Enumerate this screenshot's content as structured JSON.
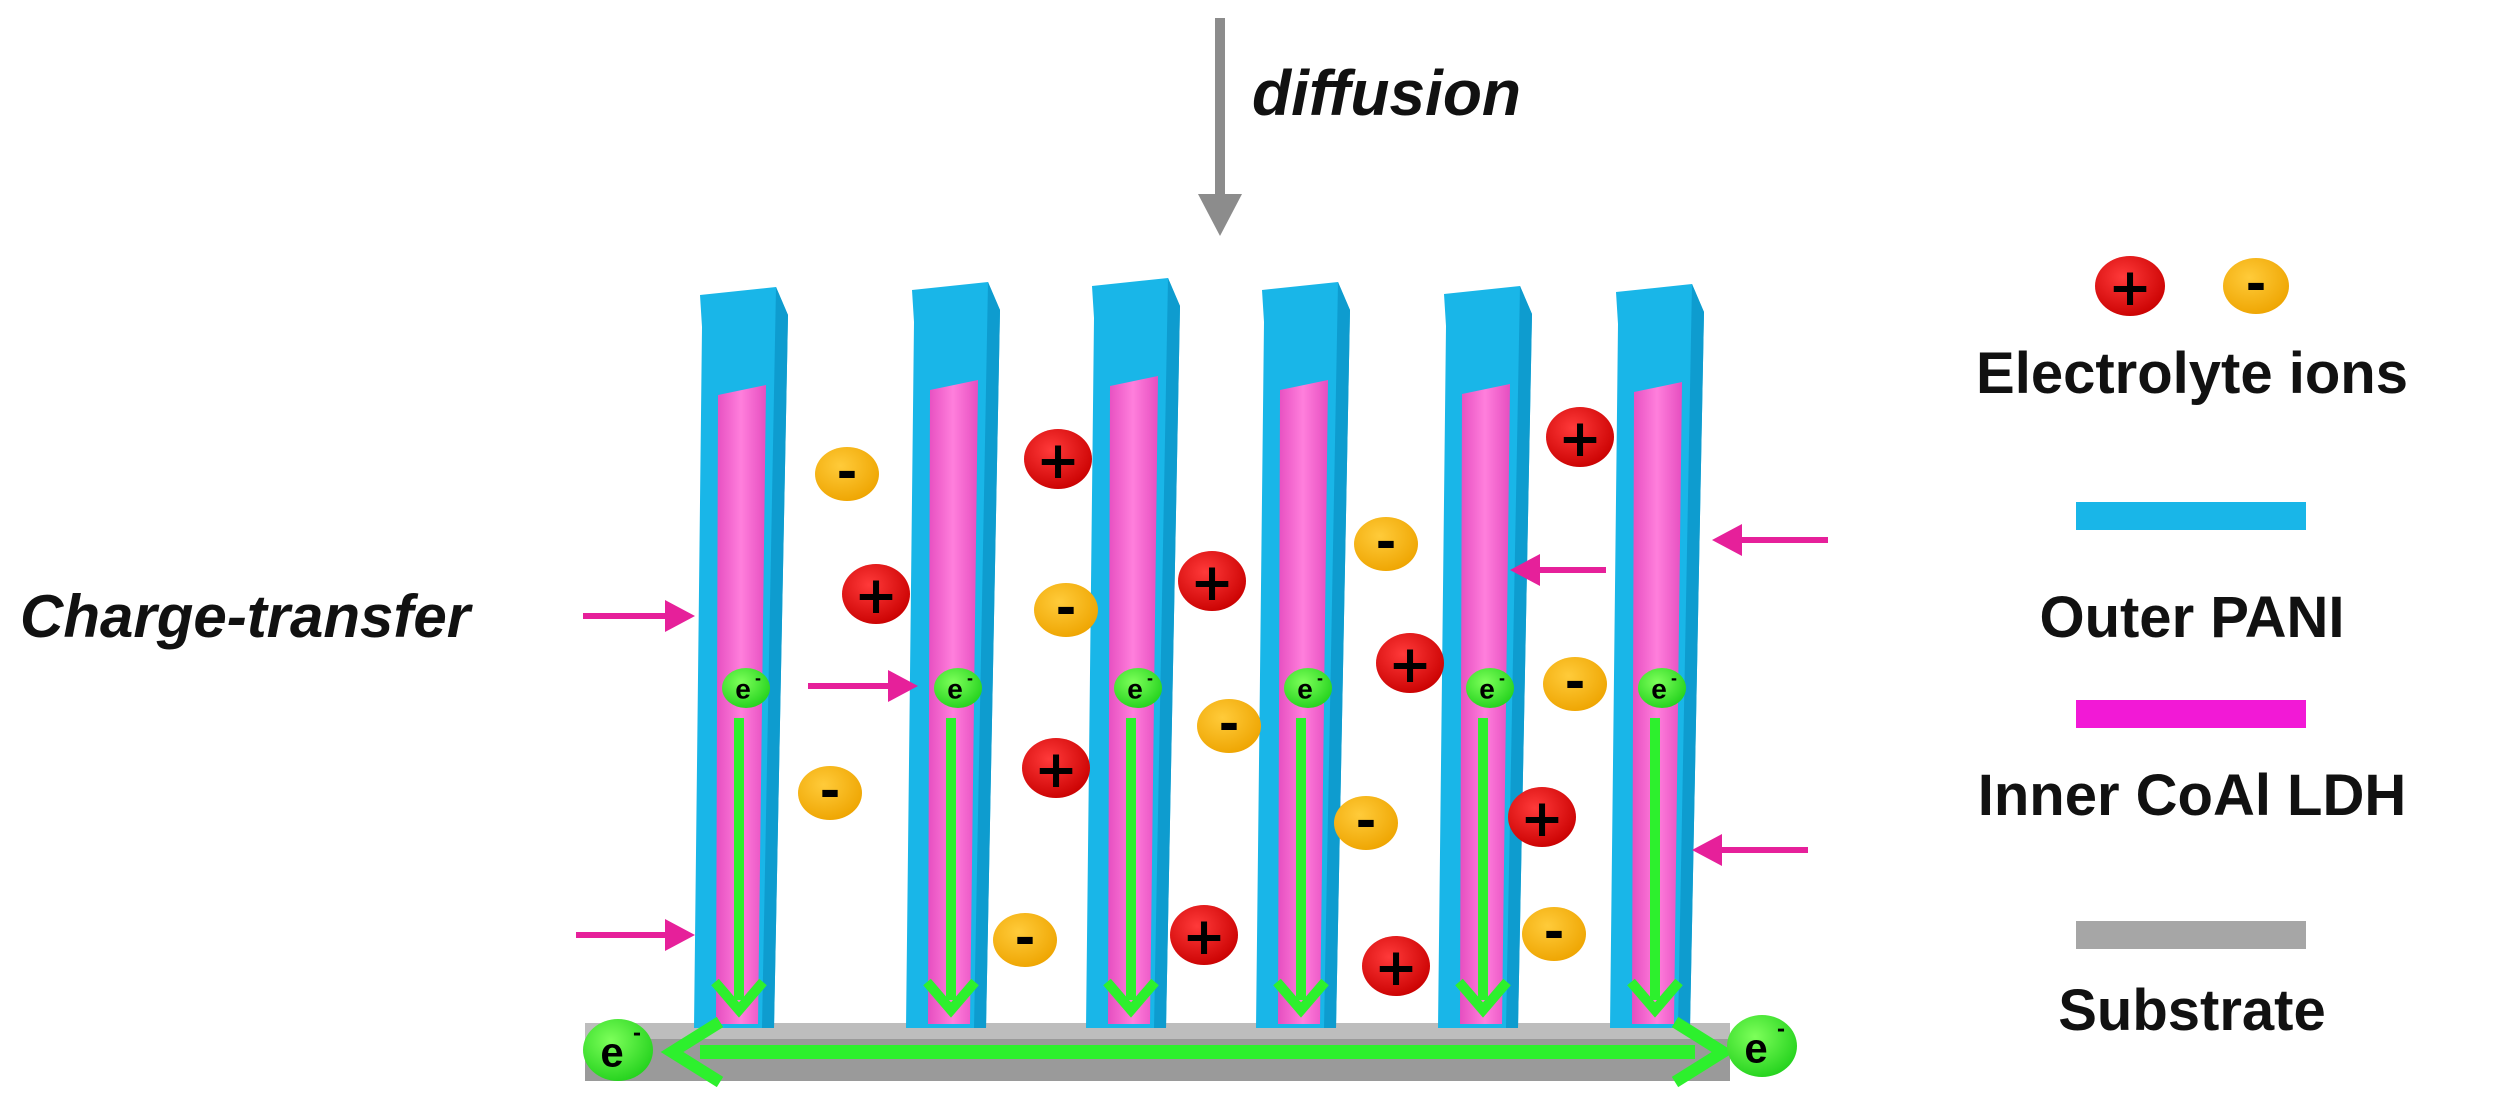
{
  "labels": {
    "diffusion": "diffusion",
    "charge_transfer": "Charge-transfer",
    "electron": "e",
    "electron_sup": "-"
  },
  "ion_signs": {
    "cation": "+",
    "anion": "-"
  },
  "legend": {
    "electrolyte_ions": "Electrolyte ions",
    "outer_pani": "Outer PANI",
    "inner_ldh": "Inner CoAl LDH",
    "substrate": "Substrate"
  },
  "colors": {
    "outer_pani": "#19b6e8",
    "inner_ldh": "#f25fcf",
    "substrate": "#a6a6a6",
    "electron_flow": "#2df02d",
    "cation": "#e01010",
    "anion": "#f5b20a",
    "charge_arrow": "#e6209a",
    "diffusion_arrow": "#8c8c8c"
  }
}
